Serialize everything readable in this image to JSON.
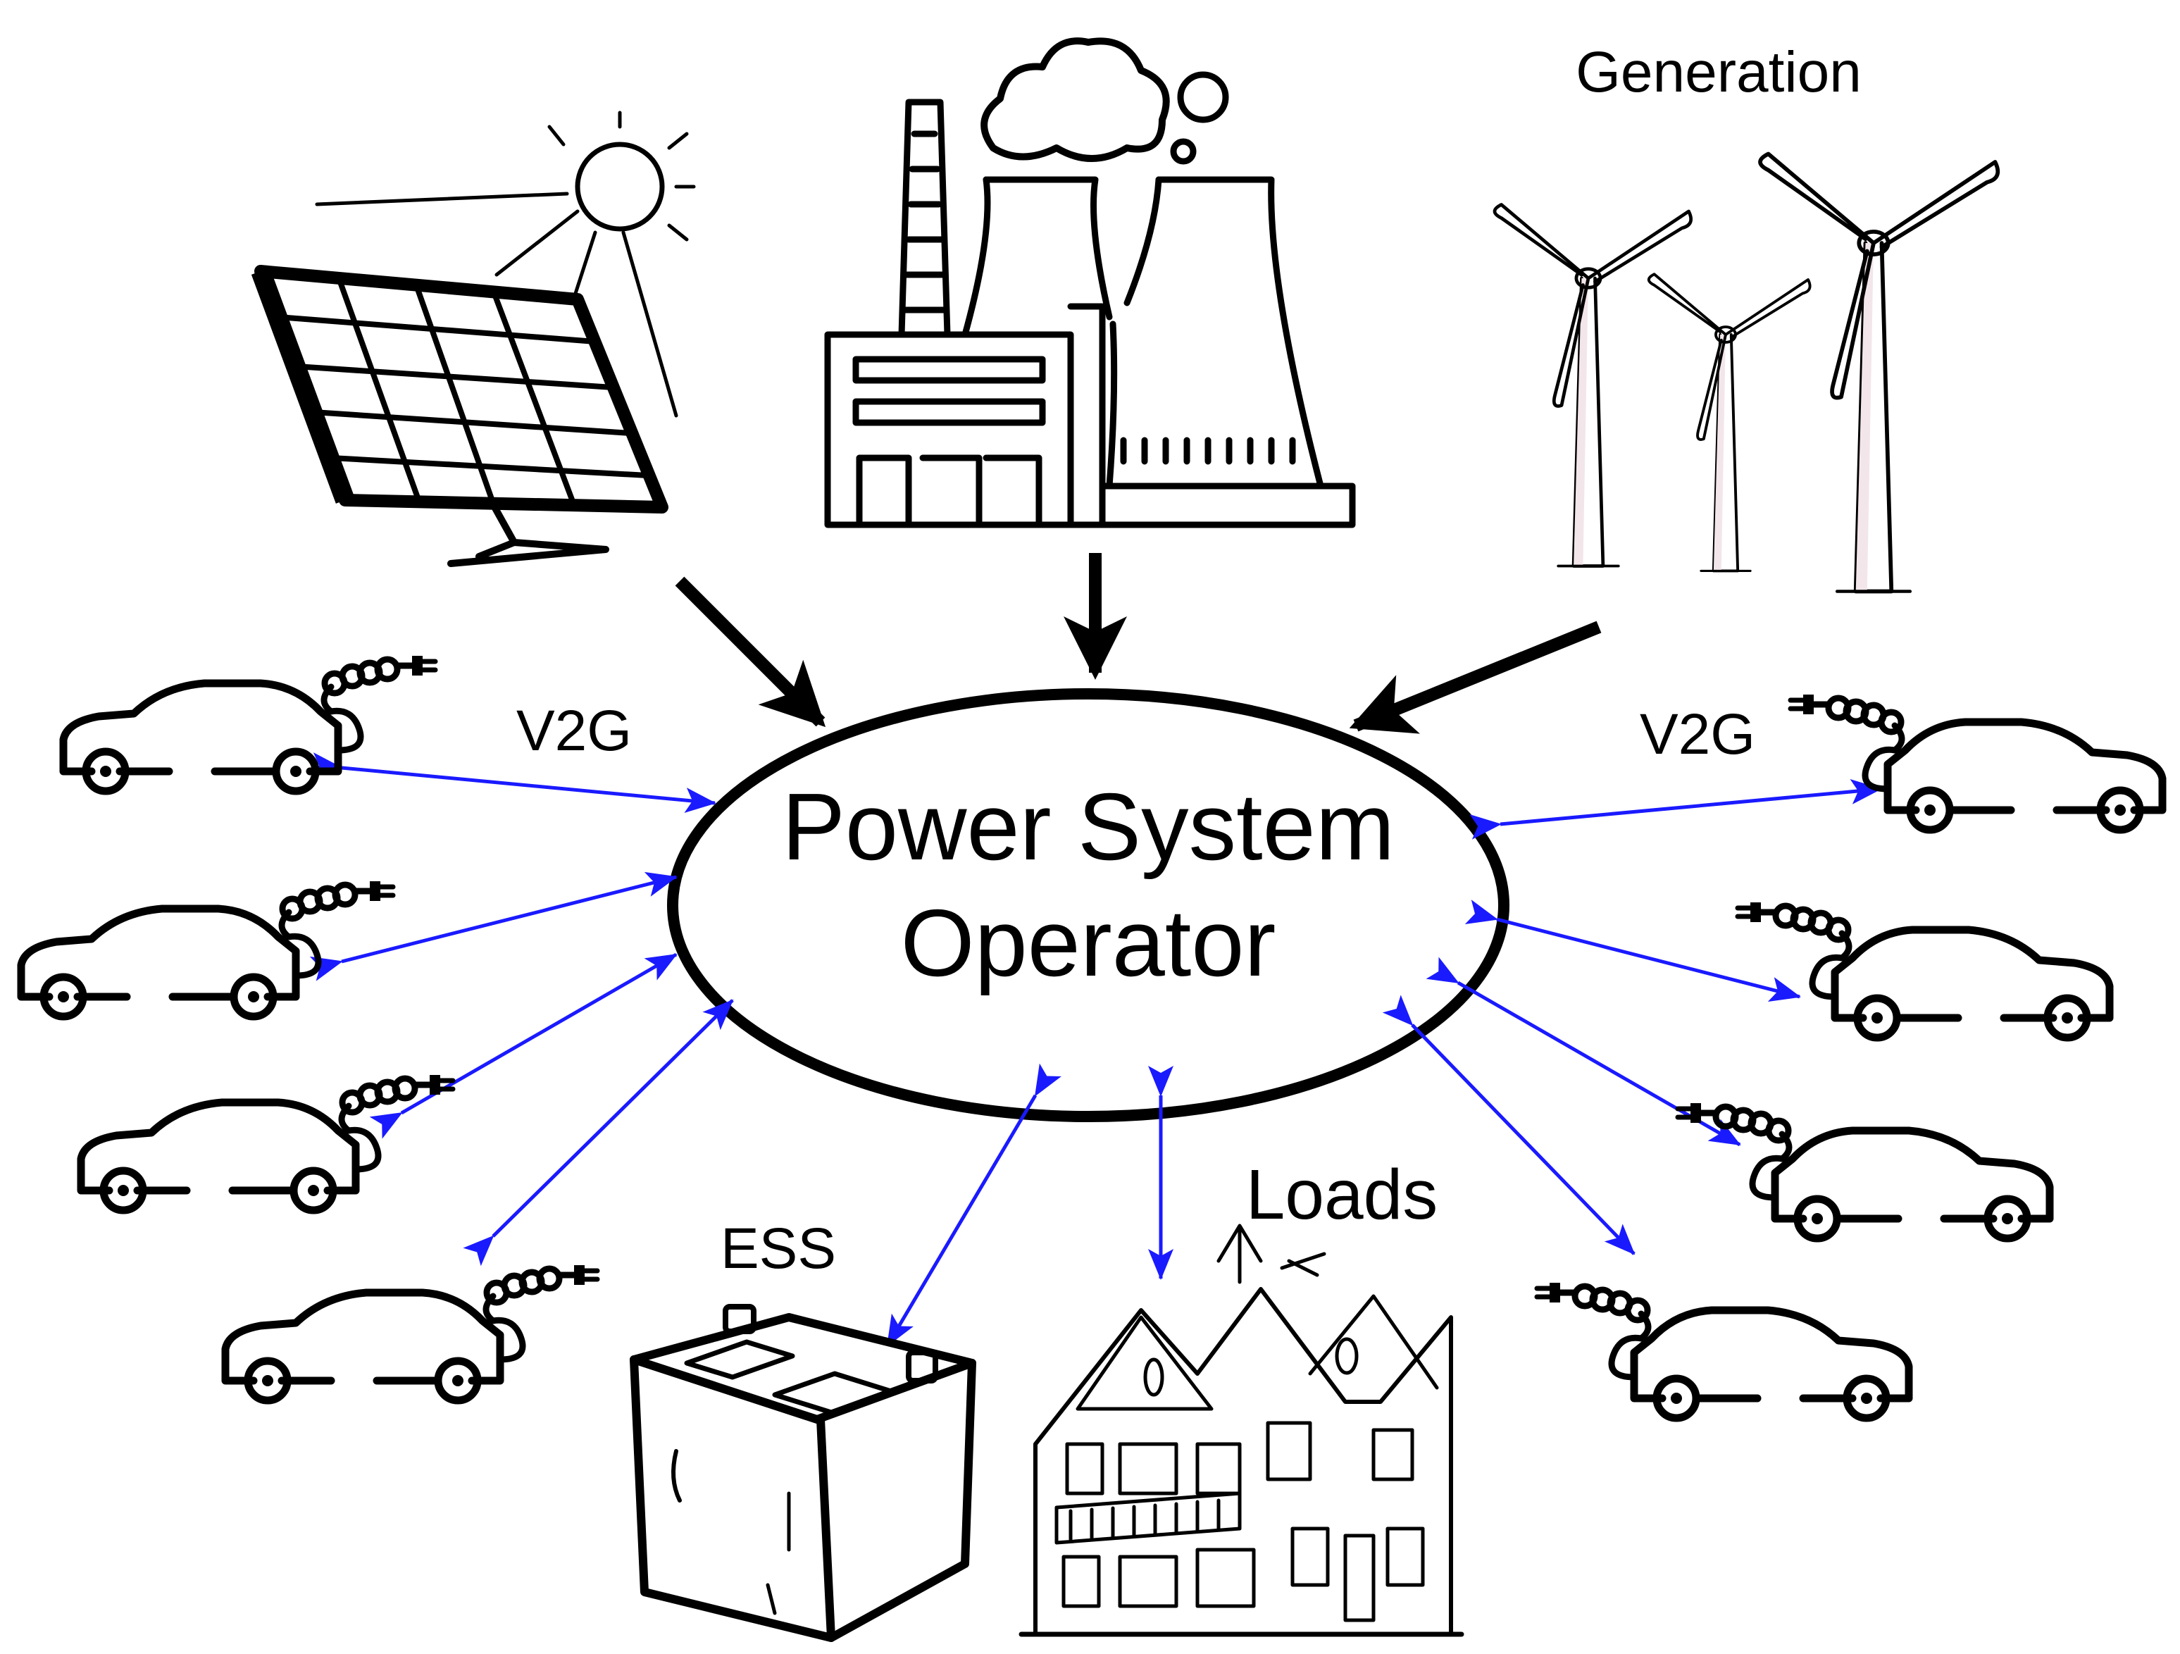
{
  "labels": {
    "center_line1": "Power System",
    "center_line2": "Operator",
    "generation": "Generation",
    "v2g_left": "V2G",
    "v2g_right": "V2G",
    "ess": "ESS",
    "loads": "Loads"
  },
  "icons": [
    "solar-panel-icon",
    "power-plant-icon",
    "wind-turbine-icon",
    "electric-car-icon",
    "battery-icon",
    "house-icon"
  ],
  "colors": {
    "generation_arrows": "#000000",
    "bidirectional_arrows": "#1a1aff"
  }
}
